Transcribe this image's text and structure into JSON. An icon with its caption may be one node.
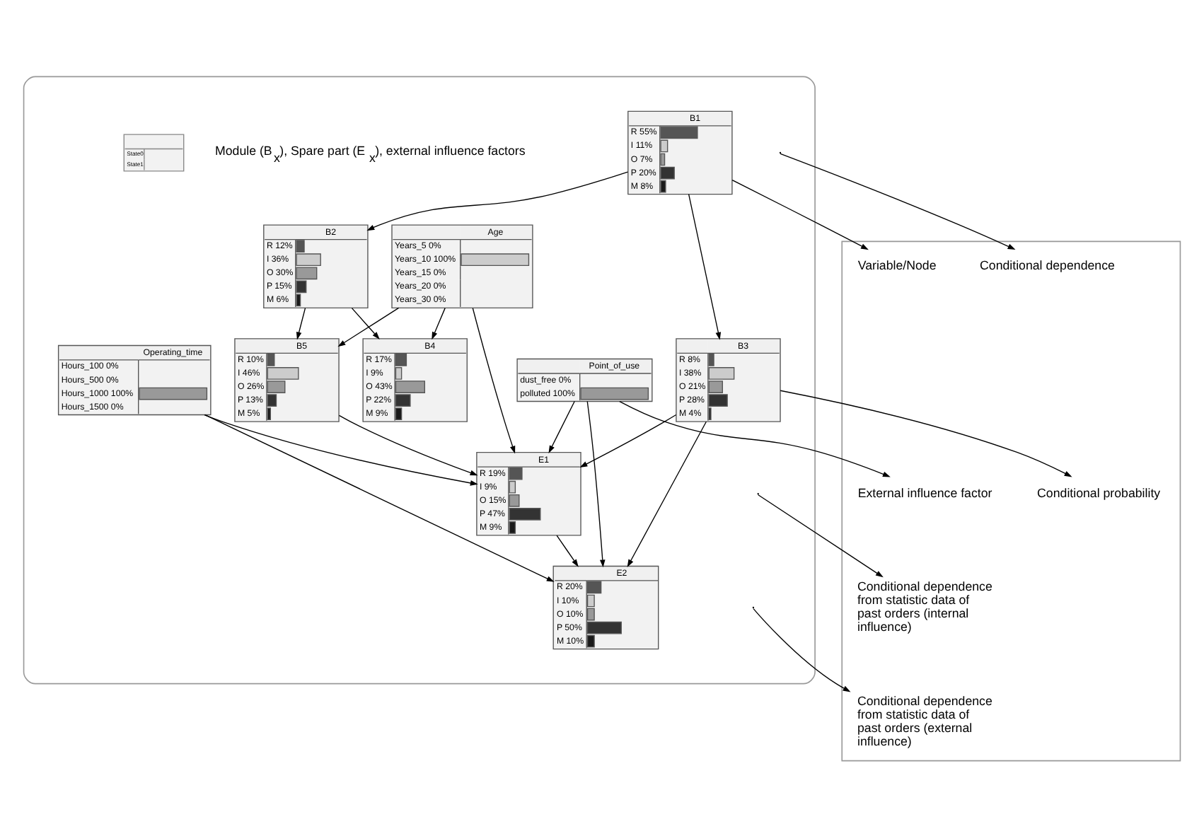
{
  "diagram": {
    "nodes": [
      {
        "text": [],
        "shape": "box"
      },
      {
        "text": [
          "B1",
          "R 55%",
          "I 11%",
          "O 7%",
          "P 20%",
          "M 8%"
        ],
        "in": 0
      },
      {
        "text": [
          "B2",
          "R 12%",
          "I 36%",
          "O 30%",
          "P 15%",
          "M 6%"
        ],
        "in": 0
      },
      {
        "text": [
          "B3",
          "R 8%",
          "I 38%",
          "O 21%",
          "P 28%",
          "M 4%"
        ],
        "in": 0
      },
      {
        "text": [
          "B4",
          "R 17%",
          "I 9%",
          "O 43%",
          "P 22%",
          "M 9%"
        ],
        "in": 0
      },
      {
        "text": [
          "B5",
          "R 10%",
          "I 46%",
          "O 26%",
          "P 13%",
          "M 5%"
        ],
        "in": 0
      },
      {
        "text": [
          "E1",
          "R 19%",
          "I 9%",
          "O 15%",
          "P 47%",
          "M 9%"
        ],
        "in": 0
      },
      {
        "text": [
          "E2",
          "R 20%",
          "I 10%",
          "O 10%",
          "P 50%",
          "M 10%"
        ],
        "in": 0
      },
      {
        "text": [
          "Age",
          "Years_5 0%",
          "Years_10 100%",
          "Years_15 0%",
          "Years_20 0%",
          "Years_30 0%"
        ],
        "in": 0
      },
      {
        "text": [
          "Operating_time",
          "Hours_100 0%",
          "Hours_500 0%",
          "Hours_1000 100%",
          "Hours_1500 0%"
        ],
        "in": 0
      },
      {
        "text": [
          "Point_of_use",
          "dust_free 0%",
          "polluted 100%"
        ],
        "in": 0
      },
      {
        "text": [
          "State0",
          "State1"
        ],
        "in": 0,
        "beside": [
          "Module (B$_{x}$), Spare part (E$_{x}$), external influence factors"
        ]
      },
      {
        "text": [],
        "shape": "box"
      },
      {
        "text": [
          "Variable/Node"
        ],
        "in": 12
      },
      {
        "text": [
          "Conditional dependence"
        ],
        "in": 12
      },
      {
        "text": [
          "Conditional probability"
        ],
        "in": 12
      },
      {
        "text": [
          "Conditional dependence from statistic data of past orders (internal influence)"
        ],
        "in": 12
      },
      {
        "text": [
          "Conditional dependence from statistic data of past orders (external influence)"
        ],
        "in": 12
      },
      {
        "text": [
          "External influence factor"
        ],
        "in": 12
      }
    ],
    "edges": [
      {
        "from": 1,
        "to": 2,
        "arrow": "to"
      },
      {
        "from": 1,
        "to": 3,
        "arrow": "to"
      },
      {
        "from": 2,
        "to": 4,
        "arrow": "to"
      },
      {
        "from": 2,
        "to": 5,
        "arrow": "to"
      },
      {
        "from": 3,
        "to": 6,
        "arrow": "to"
      },
      {
        "from": 3,
        "to": 7,
        "arrow": "to"
      },
      {
        "from": 5,
        "to": 6,
        "arrow": "to"
      },
      {
        "from": 6,
        "to": 7,
        "arrow": "to"
      },
      {
        "from": 8,
        "to": 4,
        "arrow": "to"
      },
      {
        "from": 8,
        "to": 5,
        "arrow": "to"
      },
      {
        "from": 8,
        "to": 6,
        "arrow": "to"
      },
      {
        "from": 9,
        "to": 6,
        "arrow": "to"
      },
      {
        "from": 9,
        "to": 7,
        "arrow": "to"
      },
      {
        "from": 10,
        "to": 6,
        "arrow": "to"
      },
      {
        "from": 10,
        "to": 7,
        "arrow": "to"
      },
      {
        "from": 1,
        "to": 13,
        "arrow": "to"
      },
      {
        "from": null,
        "to": 14,
        "arrow": "to"
      },
      {
        "from": 3,
        "to": 15,
        "arrow": "to"
      },
      {
        "from": null,
        "to": 16,
        "arrow": "to"
      },
      {
        "from": null,
        "to": 17,
        "arrow": "to"
      },
      {
        "from": 10,
        "to": 18,
        "arrow": "to"
      }
    ]
  }
}
